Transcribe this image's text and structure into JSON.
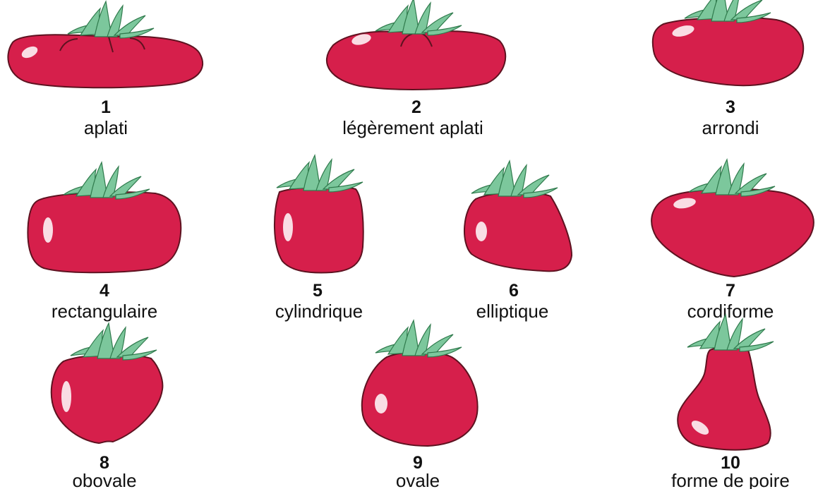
{
  "colors": {
    "fruit": "#d61f4b",
    "outline": "#5e1220",
    "leaf": "#7cc79c",
    "leaf_outline": "#2f7a4c",
    "highlight": "#ffffff",
    "text": "#111111"
  },
  "tomatoes": [
    {
      "number": "1",
      "label": "aplati",
      "shape": "flat",
      "icon": "flat-tomato-icon"
    },
    {
      "number": "2",
      "label": "légèrement aplati",
      "shape": "slightly-flat",
      "icon": "slightly-flat-tomato-icon"
    },
    {
      "number": "3",
      "label": "arrondi",
      "shape": "rounded",
      "icon": "round-tomato-icon"
    },
    {
      "number": "4",
      "label": "rectangulaire",
      "shape": "rectangular",
      "icon": "rectangular-tomato-icon"
    },
    {
      "number": "5",
      "label": "cylindrique",
      "shape": "cylindrical",
      "icon": "cylindrical-tomato-icon"
    },
    {
      "number": "6",
      "label": "elliptique",
      "shape": "elliptic",
      "icon": "elliptic-tomato-icon"
    },
    {
      "number": "7",
      "label": "cordiforme",
      "shape": "heart",
      "icon": "heart-shaped-tomato-icon"
    },
    {
      "number": "8",
      "label": "obovale",
      "shape": "obovate",
      "icon": "obovate-tomato-icon"
    },
    {
      "number": "9",
      "label": "ovale",
      "shape": "oval",
      "icon": "oval-tomato-icon"
    },
    {
      "number": "10",
      "label": "forme de poire",
      "shape": "pear",
      "icon": "pear-shaped-tomato-icon"
    }
  ]
}
